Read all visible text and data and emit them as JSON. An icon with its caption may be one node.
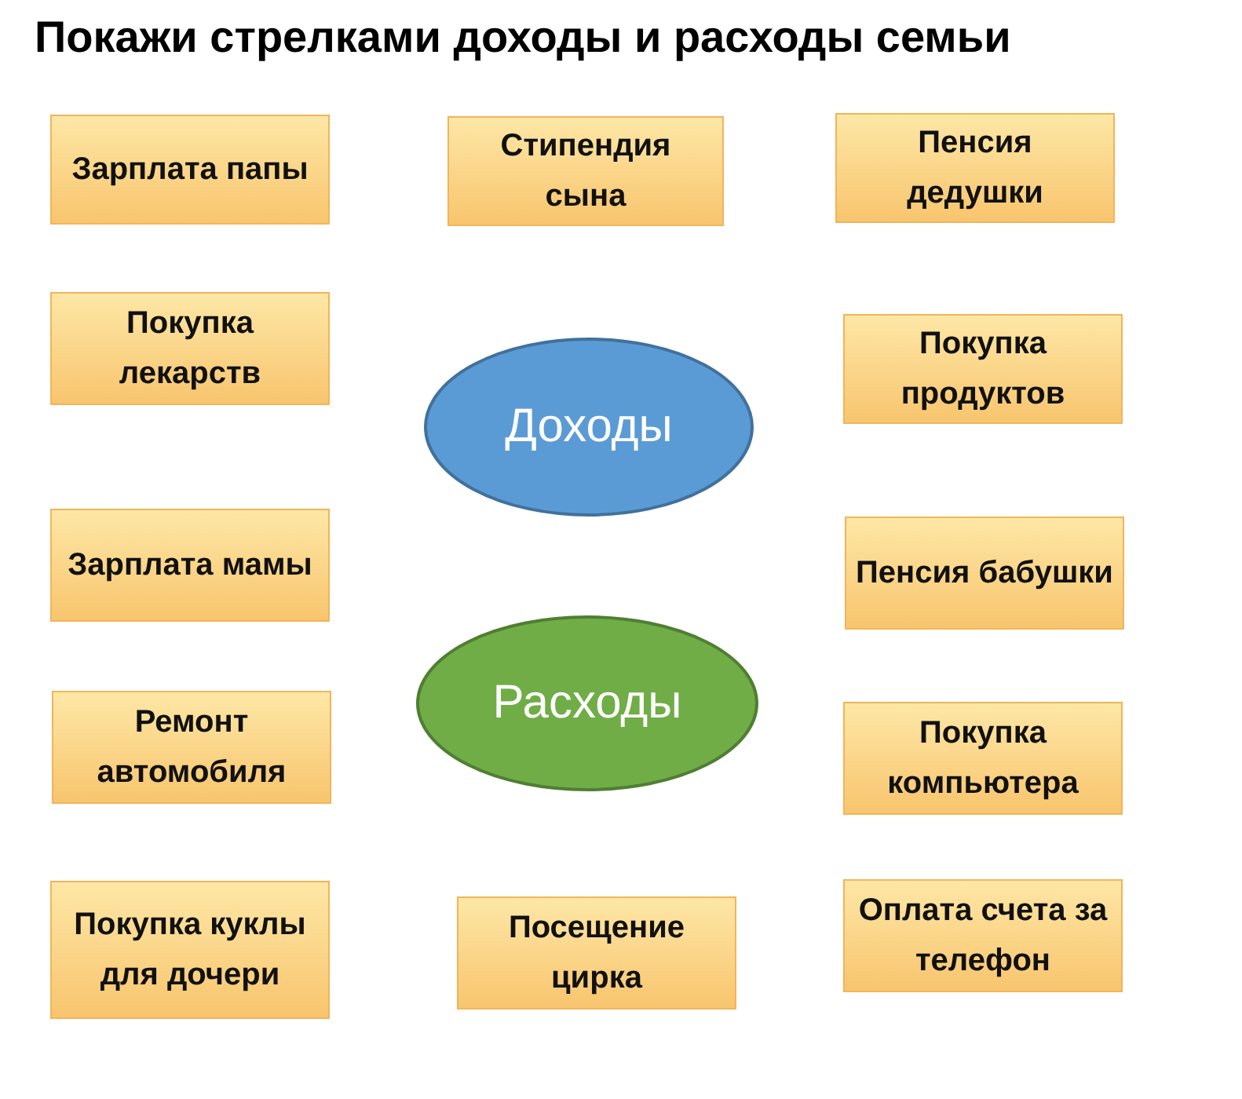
{
  "diagram": {
    "title": "Покажи стрелками доходы и расходы семьи",
    "nodes": [
      {
        "text": [
          "Зарплата папы"
        ]
      },
      {
        "text": [
          "Стипендия сына"
        ]
      },
      {
        "text": [
          "Пенсия дедушки"
        ]
      },
      {
        "text": [
          "Покупка лекарств"
        ]
      },
      {
        "text": [
          "Доходы"
        ]
      },
      {
        "text": [
          "Покупка продуктов"
        ]
      },
      {
        "text": [
          "Зарплата мамы"
        ]
      },
      {
        "text": [
          "Пенсия бабушки"
        ]
      },
      {
        "text": [
          "Расходы"
        ]
      },
      {
        "text": [
          "Ремонт автомобиля"
        ]
      },
      {
        "text": [
          "Покупка компьютера"
        ]
      },
      {
        "text": [
          "Покупка куклы для дочери"
        ]
      },
      {
        "text": [
          "Посещение цирка"
        ]
      },
      {
        "text": [
          "Оплата счета за телефон"
        ]
      }
    ]
  }
}
